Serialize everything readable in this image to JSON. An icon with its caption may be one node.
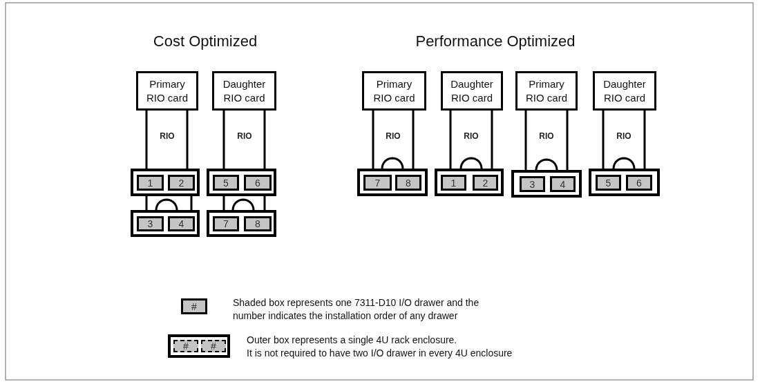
{
  "diagram": {
    "nodes": [
      {
        "text": [
          "Primary RIO card"
        ]
      },
      {
        "text": [
          "Daughter RIO card"
        ]
      },
      {
        "text": [],
        "shape": "box"
      },
      {
        "text": [
          "1"
        ],
        "in": 2
      },
      {
        "text": [
          "2"
        ],
        "in": 2
      },
      {
        "text": [],
        "shape": "box"
      },
      {
        "text": [
          "5"
        ],
        "in": 5
      },
      {
        "text": [
          "6"
        ],
        "in": 5
      },
      {
        "text": [],
        "shape": "box"
      },
      {
        "text": [
          "3"
        ],
        "in": 8
      },
      {
        "text": [
          "4"
        ],
        "in": 8
      },
      {
        "text": [],
        "shape": "box"
      },
      {
        "text": [
          "7"
        ],
        "in": 11
      },
      {
        "text": [
          "8"
        ],
        "in": 11
      },
      {
        "text": [
          "Primary RIO card"
        ]
      },
      {
        "text": [
          "Daughter RIO card"
        ]
      },
      {
        "text": [
          "Primary RIO card"
        ]
      },
      {
        "text": [
          "Daughter RIO card"
        ]
      },
      {
        "text": [],
        "shape": "box"
      },
      {
        "text": [
          "7"
        ],
        "in": 18
      },
      {
        "text": [
          "8"
        ],
        "in": 18
      },
      {
        "text": [],
        "shape": "box"
      },
      {
        "text": [
          "1"
        ],
        "in": 21
      },
      {
        "text": [
          "2"
        ],
        "in": 21
      },
      {
        "text": [],
        "shape": "box"
      },
      {
        "text": [
          "3"
        ],
        "in": 24
      },
      {
        "text": [
          "4"
        ],
        "in": 24
      },
      {
        "text": [],
        "shape": "box"
      },
      {
        "text": [
          "5"
        ],
        "in": 27
      },
      {
        "text": [
          "6"
        ],
        "in": 27
      },
      {
        "text": [
          "#"
        ],
        "beside": [
          "Shaded box represents one 7311-D10 I/O drawer and the number indicates the installation order of any drawer"
        ]
      },
      {
        "text": [],
        "shape": "box",
        "beside": [
          "Outer box represents a single 4U rack enclosure.",
          "It is not required to have two I/O drawer in every 4U enclosure"
        ]
      },
      {
        "text": [
          "#"
        ],
        "in": 31
      },
      {
        "text": [
          "#"
        ],
        "in": 31
      }
    ],
    "edges": [
      {
        "from": 0,
        "to": 3,
        "arrow": "none"
      },
      {
        "from": 0,
        "to": 4,
        "arrow": "none"
      },
      {
        "from": 1,
        "to": 6,
        "arrow": "none"
      },
      {
        "from": 1,
        "to": 7,
        "arrow": "none"
      },
      {
        "from": 3,
        "to": 9,
        "arrow": "none"
      },
      {
        "from": 4,
        "to": 10,
        "arrow": "none"
      },
      {
        "from": 6,
        "to": 12,
        "arrow": "none"
      },
      {
        "from": 7,
        "to": 13,
        "arrow": "none"
      },
      {
        "from": 9,
        "to": 10,
        "arrow": "none"
      },
      {
        "from": 12,
        "to": 13,
        "arrow": "none"
      },
      {
        "from": 14,
        "to": 19,
        "arrow": "none"
      },
      {
        "from": 14,
        "to": 20,
        "arrow": "none"
      },
      {
        "from": 19,
        "to": 20,
        "arrow": "none"
      },
      {
        "from": 15,
        "to": 22,
        "arrow": "none"
      },
      {
        "from": 15,
        "to": 23,
        "arrow": "none"
      },
      {
        "from": 22,
        "to": 23,
        "arrow": "none"
      },
      {
        "from": 16,
        "to": 25,
        "arrow": "none"
      },
      {
        "from": 16,
        "to": 26,
        "arrow": "none"
      },
      {
        "from": 25,
        "to": 26,
        "arrow": "none"
      },
      {
        "from": 17,
        "to": 28,
        "arrow": "none"
      },
      {
        "from": 17,
        "to": 29,
        "arrow": "none"
      },
      {
        "from": 28,
        "to": 29,
        "arrow": "none"
      }
    ],
    "labels": [
      "Cost Optimized",
      "Performance Optimized",
      "RIO",
      "RIO",
      "RIO",
      "RIO",
      "RIO",
      "RIO"
    ]
  }
}
